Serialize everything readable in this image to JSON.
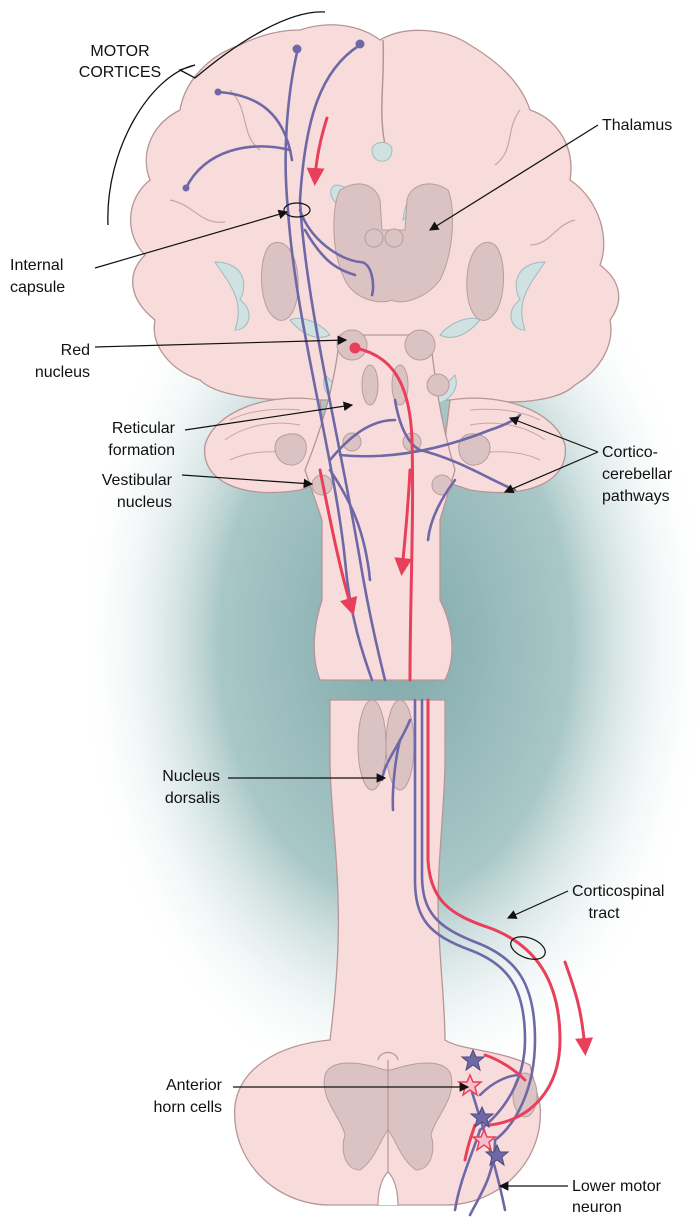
{
  "labels": {
    "motor_cortices": [
      "MOTOR",
      "CORTICES"
    ],
    "thalamus": "Thalamus",
    "internal_capsule": [
      "Internal",
      "capsule"
    ],
    "red_nucleus": [
      "Red",
      "nucleus"
    ],
    "reticular_formation": [
      "Reticular",
      "formation"
    ],
    "cortico_cerebellar": [
      "Cortico-",
      "cerebellar",
      "pathways"
    ],
    "vestibular_nucleus": [
      "Vestibular",
      "nucleus"
    ],
    "nucleus_dorsalis": [
      "Nucleus",
      "dorsalis"
    ],
    "corticospinal_tract": [
      "Corticospinal",
      "tract"
    ],
    "anterior_horn_cells": [
      "Anterior",
      "horn cells"
    ],
    "lower_motor_neuron": [
      "Lower motor",
      "neuron"
    ]
  },
  "colors": {
    "tissue": "#f8dcdc",
    "gray_matter": "#dcc3c3",
    "ventricle": "#cfe1e1",
    "pathway_purple": "#6e68a6",
    "pathway_red": "#e8405a",
    "background_glow": "#7fa9aa"
  }
}
